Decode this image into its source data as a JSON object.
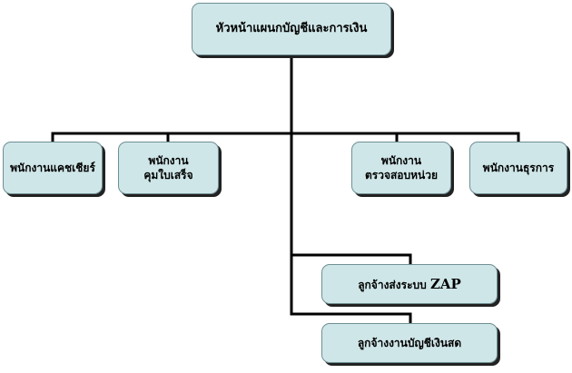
{
  "org_chart": {
    "head": "หัวหน้าแผนกบัญชีและการเงิน",
    "staff": {
      "cashier": "พนักงานแคชเชียร์",
      "receipt_control_line1": "พนักงาน",
      "receipt_control_line2": "คุมใบเสร็จ",
      "unit_audit_line1": "พนักงาน",
      "unit_audit_line2": "ตรวจสอบหน่วย",
      "general_affairs": "พนักงานธุรการ"
    },
    "contractors": {
      "zap_prefix": "ลูกจ้างส่งระบบ",
      "zap_suffix": "ZAP",
      "cash_account": "ลูกจ้างงานบัญชีเงินสด"
    }
  },
  "colors": {
    "box_fill": "#cfe6e8",
    "box_border": "#6f8f93",
    "shadow": "#222222",
    "connector": "#000000"
  }
}
